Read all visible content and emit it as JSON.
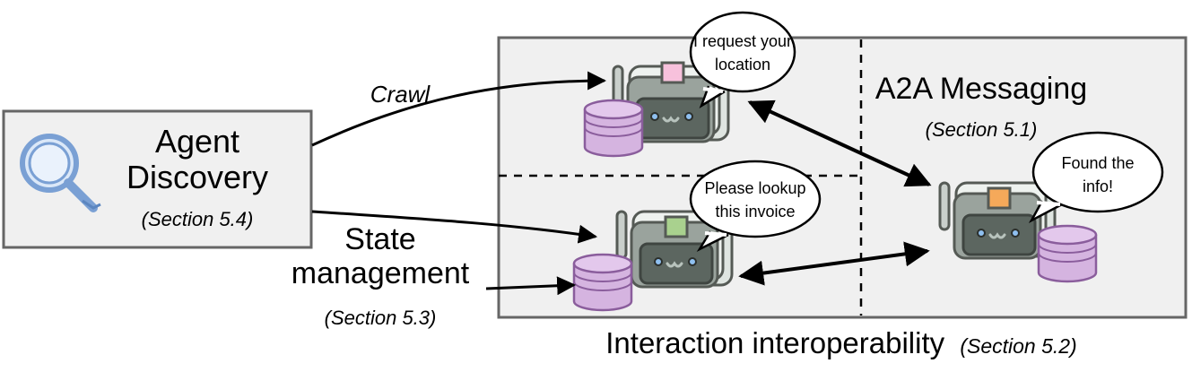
{
  "discovery": {
    "title_line1": "Agent",
    "title_line2": "Discovery",
    "section": "(Section 5.4)",
    "icon": "magnifier-icon"
  },
  "labels": {
    "crawl": "Crawl",
    "state_line1": "State",
    "state_line2": "management",
    "state_section": "(Section 5.3)",
    "messaging": "A2A Messaging",
    "messaging_section": "(Section 5.1)",
    "interop": "Interaction interoperability",
    "interop_section": "(Section 5.2)"
  },
  "bubbles": {
    "top_line1": "I request your",
    "top_line2": "location",
    "mid_line1": "Please lookup",
    "mid_line2": "this invoice",
    "right_line1": "Found the",
    "right_line2": "info!"
  },
  "colors": {
    "robot_body": "#9aa39d",
    "robot_screen": "#5c6660",
    "robot_outline": "#555a55",
    "database": "#d5b4e0",
    "database_outline": "#8a5d9c",
    "panel_fill": "#f0f0f0",
    "top_robot_badge": "#f7c1dc",
    "mid_robot_badge": "#a9d18e",
    "right_robot_badge": "#f5a95a",
    "magnifier": "#7aa0d4"
  }
}
